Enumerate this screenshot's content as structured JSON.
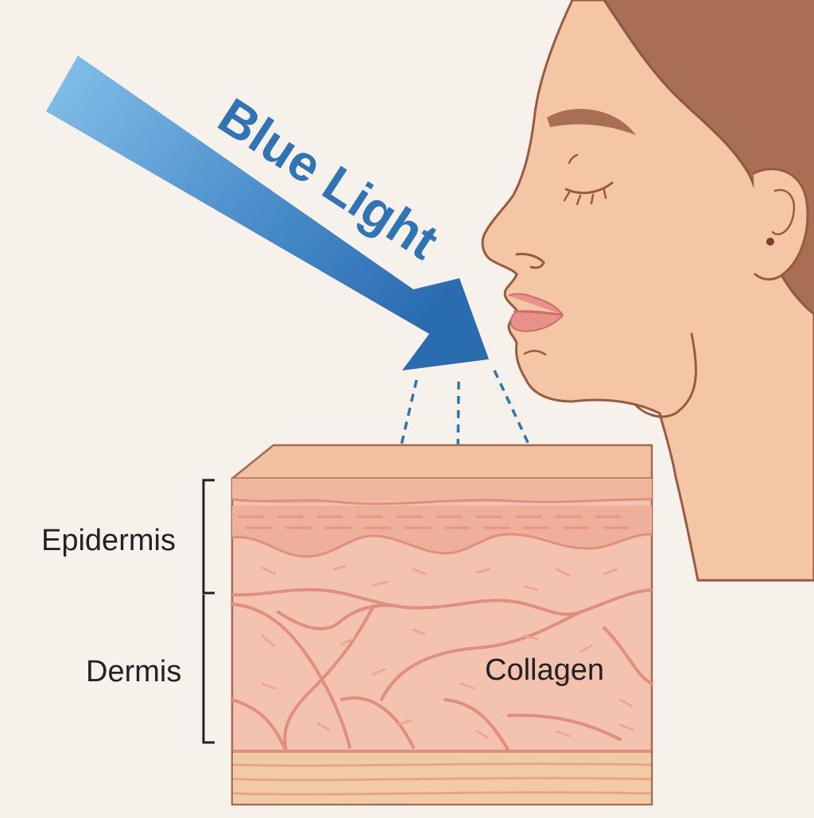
{
  "arrow": {
    "label": "Blue Light"
  },
  "layers": {
    "epidermis": "Epidermis",
    "dermis": "Dermis"
  },
  "annotations": {
    "collagen": "Collagen"
  },
  "colors": {
    "background": "#f6f1ea",
    "skin_face": "#f5c6a5",
    "hair": "#a86f55",
    "outline": "#9a5a42",
    "lips": "#e8918a",
    "arrow_light": "#7fbbe8",
    "arrow_dark": "#2f74b5",
    "arrow_text": "#2f74b5",
    "epidermis_fill": "#f2b9a4",
    "dermis_fill": "#f4c3b0",
    "fiber": "#e08e7e",
    "base_layer": "#f1caa6",
    "text": "#222222"
  },
  "icons": {
    "face": "face-profile-icon",
    "arrow": "arrow-icon"
  }
}
